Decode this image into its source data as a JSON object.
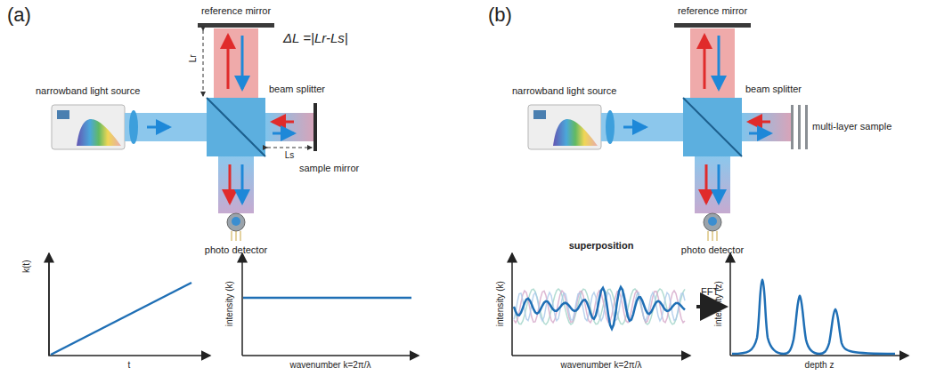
{
  "diagram": {
    "labels": [
      "(a)",
      "reference mirror",
      "ΔL =|Lr-Ls|",
      "Lr",
      "Ls",
      "narrowband light source",
      "beam splitter",
      "sample mirror",
      "photo detector",
      "k(t)",
      "t",
      "intensity (k)",
      "wavenumber k=2π/λ",
      "(b)",
      "reference mirror",
      "narrowband light source",
      "beam splitter",
      "multi-layer sample",
      "photo detector",
      "superposition",
      "intensity (k)",
      "wavenumber k=2π/λ",
      "FFT",
      "intensity (z)",
      "depth z"
    ]
  }
}
